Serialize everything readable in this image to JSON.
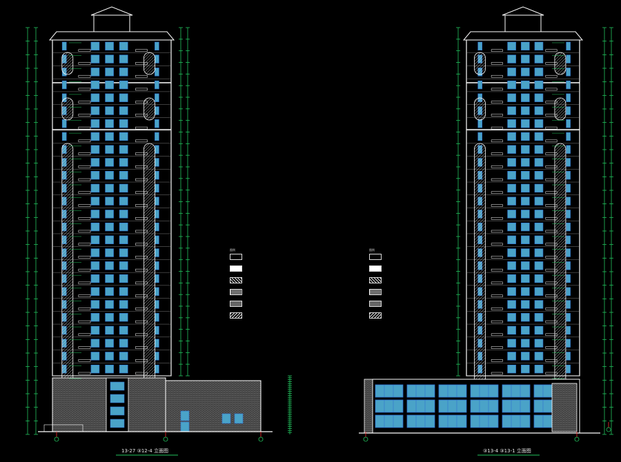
{
  "captions": {
    "left": "13-27 ③12-4 立面图",
    "right": "③13-4 ③13-1 立面图"
  },
  "legend": {
    "header": "图例",
    "items": [
      "",
      "",
      "",
      "",
      "",
      ""
    ],
    "note": ""
  },
  "colors": {
    "background": "#000000",
    "outline": "#ffffff",
    "glass": "#4aa3c8",
    "dimension": "#22c55e",
    "axis_marker": "#ff2d2d",
    "brick": "#7a7a7a",
    "window_frame": "#2f6fd0"
  }
}
